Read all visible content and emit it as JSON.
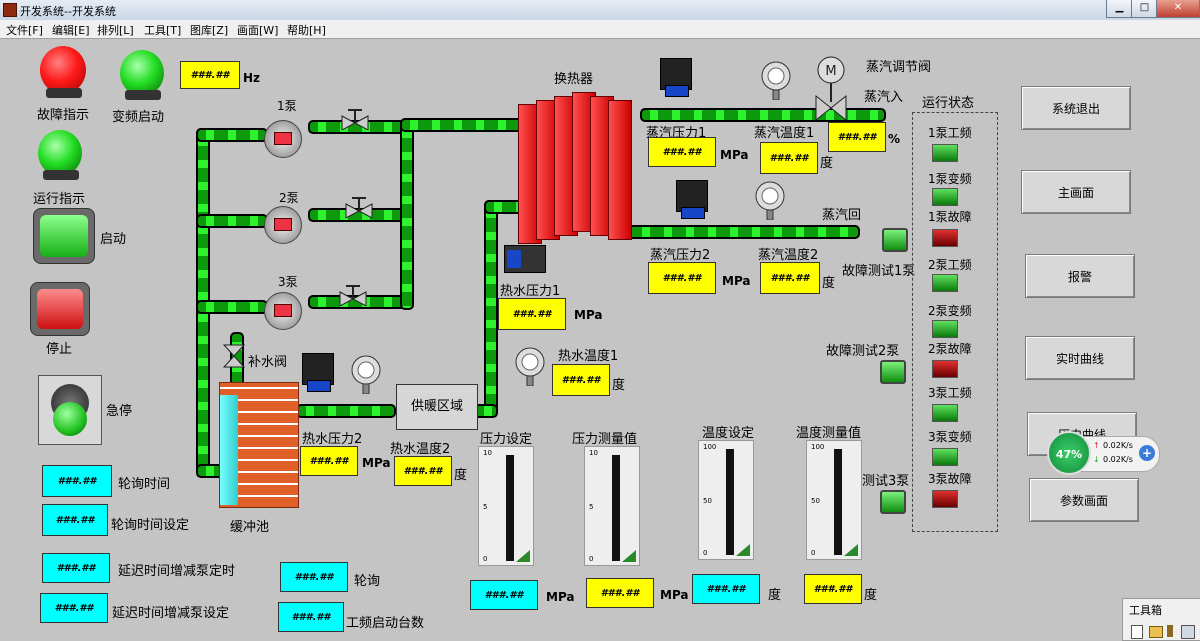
{
  "window": {
    "title": "开发系统--开发系统",
    "btn_min": "▁",
    "btn_max": "□",
    "btn_close": "✕"
  },
  "menu": [
    "文件[F]",
    "编辑[E]",
    "排列[L]",
    "工具[T]",
    "图库[Z]",
    "画面[W]",
    "帮助[H]"
  ],
  "placeholder": "###.##",
  "left": {
    "fault_indicator": "故障指示",
    "vfd_start": "变频启动",
    "freq_unit": "Hz",
    "run_indicator": "运行指示",
    "start": "启动",
    "stop": "停止",
    "estop": "急停"
  },
  "polling": {
    "poll_time": "轮询时间",
    "poll_time_set": "轮询时间设定",
    "delay_timer": "延迟时间增减泵定时",
    "delay_set": "延迟时间增减泵设定",
    "poll": "轮询",
    "mains_start_count": "工频启动台数"
  },
  "process": {
    "pump1": "1泵",
    "pump2": "2泵",
    "pump3": "3泵",
    "makeup_valve": "补水阀",
    "buffer_tank": "缓冲池",
    "heat_exchanger": "换热器",
    "heating_zone": "供暖区域",
    "steam_valve": "蒸汽调节阀",
    "steam_in": "蒸汽入",
    "steam_return": "蒸汽回",
    "steam_pressure_1": "蒸汽压力1",
    "steam_temp_1": "蒸汽温度1",
    "steam_pressure_2": "蒸汽压力2",
    "steam_temp_2": "蒸汽温度2",
    "hot_water_pressure_1": "热水压力1",
    "hot_water_temp_1": "热水温度1",
    "hot_water_pressure_2": "热水压力2",
    "hot_water_temp_2": "热水温度2",
    "unit_mpa": "MPa",
    "unit_deg": "度",
    "unit_pct": "%"
  },
  "tests": {
    "fault_test_1": "故障测试1泵",
    "fault_test_2": "故障测试2泵",
    "test_3": "测试3泵"
  },
  "status": {
    "header": "运行状态",
    "items": [
      "1泵工频",
      "1泵变频",
      "1泵故障",
      "2泵工频",
      "2泵变频",
      "2泵故障",
      "3泵工频",
      "3泵变频",
      "3泵故障"
    ]
  },
  "gauges": [
    {
      "label": "压力设定",
      "ticks": [
        "10",
        "5",
        "0"
      ],
      "unit": "MPa"
    },
    {
      "label": "压力测量值",
      "ticks": [
        "10",
        "5",
        "0"
      ],
      "unit": "MPa"
    },
    {
      "label": "温度设定",
      "ticks": [
        "100",
        "50",
        "0"
      ],
      "unit": "度"
    },
    {
      "label": "温度测量值",
      "ticks": [
        "100",
        "50",
        "0"
      ],
      "unit": "度"
    }
  ],
  "nav": [
    "系统退出",
    "主画面",
    "报警",
    "实时曲线",
    "历史曲线",
    "参数画面"
  ],
  "netmon": {
    "percent": "47%",
    "up": "0.02K/s",
    "down": "0.02K/s",
    "plus": "+"
  },
  "toolbox": {
    "title": "工具箱"
  },
  "colors": {
    "lamp_red": "#ff1a1a",
    "lamp_green": "#22dd22",
    "display_yellow": "#ffff00",
    "display_cyan": "#00ffff",
    "heat_exchanger": "#ff2020",
    "brick": "#e0602a"
  }
}
